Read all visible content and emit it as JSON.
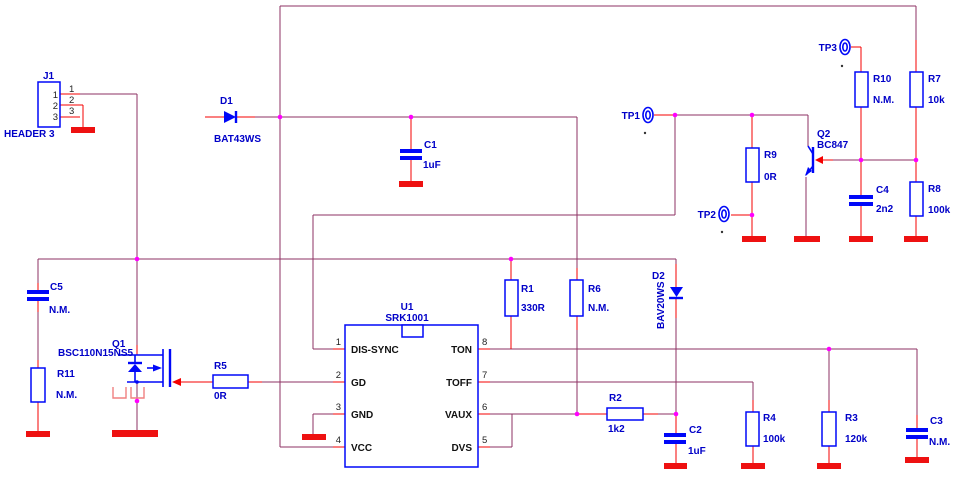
{
  "colors": {
    "wire": "#8e3263",
    "component_lead": "#f40000",
    "symbol_blue": "#0008f8",
    "label_blue": "#0000c8",
    "junction_magenta": "#ff00ff",
    "ground_red": "#ee1111",
    "pin_text": "#222222"
  },
  "components": {
    "j1": {
      "ref": "J1",
      "value": "HEADER 3",
      "pins_inner": [
        "1",
        "2",
        "3"
      ],
      "pins_outer": [
        "1",
        "2",
        "3"
      ]
    },
    "d1": {
      "ref": "D1",
      "value": "BAT43WS"
    },
    "c1": {
      "ref": "C1",
      "value": "1uF"
    },
    "c5": {
      "ref": "C5",
      "value": "N.M."
    },
    "r11": {
      "ref": "R11",
      "value": "N.M."
    },
    "q1": {
      "ref": "Q1",
      "value": "BSC110N15NS5"
    },
    "r5": {
      "ref": "R5",
      "value": "0R"
    },
    "u1": {
      "ref": "U1",
      "value": "SRK1001",
      "pins_left": [
        {
          "num": "1",
          "name": "DIS-SYNC"
        },
        {
          "num": "2",
          "name": "GD"
        },
        {
          "num": "3",
          "name": "GND"
        },
        {
          "num": "4",
          "name": "VCC"
        }
      ],
      "pins_right": [
        {
          "num": "8",
          "name": "TON"
        },
        {
          "num": "7",
          "name": "TOFF"
        },
        {
          "num": "6",
          "name": "VAUX"
        },
        {
          "num": "5",
          "name": "DVS"
        }
      ]
    },
    "r1": {
      "ref": "R1",
      "value": "330R"
    },
    "r6": {
      "ref": "R6",
      "value": "N.M."
    },
    "d2": {
      "ref": "D2",
      "value": "BAV20WS"
    },
    "r2": {
      "ref": "R2",
      "value": "1k2"
    },
    "c2": {
      "ref": "C2",
      "value": "1uF"
    },
    "r4": {
      "ref": "R4",
      "value": "100k"
    },
    "r3": {
      "ref": "R3",
      "value": "120k"
    },
    "c3": {
      "ref": "C3",
      "value": "N.M."
    },
    "tp1": {
      "ref": "TP1"
    },
    "tp2": {
      "ref": "TP2"
    },
    "tp3": {
      "ref": "TP3"
    },
    "r9": {
      "ref": "R9",
      "value": "0R"
    },
    "q2": {
      "ref": "Q2",
      "value": "BC847"
    },
    "r10": {
      "ref": "R10",
      "value": "N.M."
    },
    "r7": {
      "ref": "R7",
      "value": "10k"
    },
    "c4": {
      "ref": "C4",
      "value": "2n2"
    },
    "r8": {
      "ref": "R8",
      "value": "100k"
    }
  }
}
